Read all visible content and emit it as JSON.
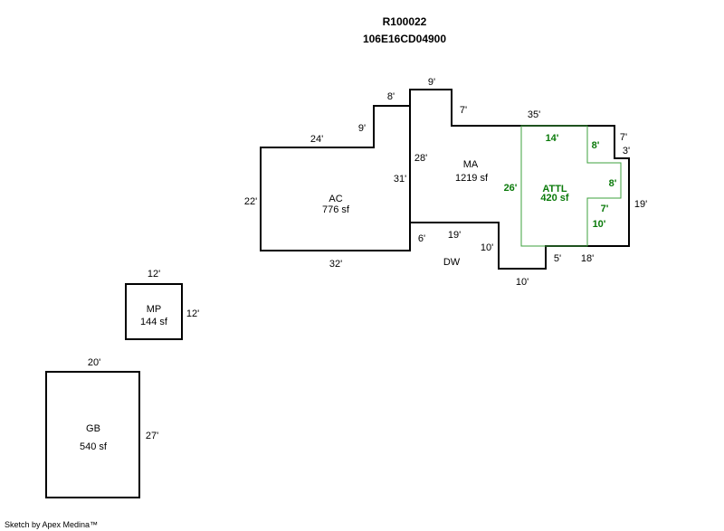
{
  "header": {
    "parcel_id": "R100022",
    "account_no": "106E16CD04900"
  },
  "footer": {
    "credit": "Sketch by Apex Medina™"
  },
  "areas": {
    "ac": {
      "code": "AC",
      "area": "776 sf",
      "dims": {
        "top": "24'",
        "left": "22'",
        "bottom": "32'",
        "notch_side": "9'",
        "notch_top": "8'"
      }
    },
    "ma": {
      "code": "MA",
      "area": "1219 sf",
      "dims": {
        "top_a": "9'",
        "step": "7'",
        "top_b": "35'",
        "left": "31'",
        "inner": "28'",
        "bottom_a": "6'",
        "bottom_b": "19'",
        "dw_depth": "10'",
        "dw_width": "10'",
        "right_a": "7'",
        "right_b": "3'",
        "right_c": "19'",
        "bottom_c": "5'",
        "bottom_d": "18'"
      },
      "dw_label": "DW"
    },
    "attl": {
      "code": "ATTL",
      "area": "420 sf",
      "dims": {
        "top": "14'",
        "left": "26'",
        "notch_a": "8'",
        "notch_b": "8'",
        "notch_c": "7'",
        "notch_d": "10'"
      }
    },
    "mp": {
      "code": "MP",
      "area": "144 sf",
      "dims": {
        "top": "12'",
        "right": "12'"
      }
    },
    "gb": {
      "code": "GB",
      "area": "540 sf",
      "dims": {
        "top": "20'",
        "right": "27'"
      }
    }
  },
  "colors": {
    "outline": "#000000",
    "attic_outline": "#3ca23c",
    "attic_text": "#0a7a0a"
  }
}
